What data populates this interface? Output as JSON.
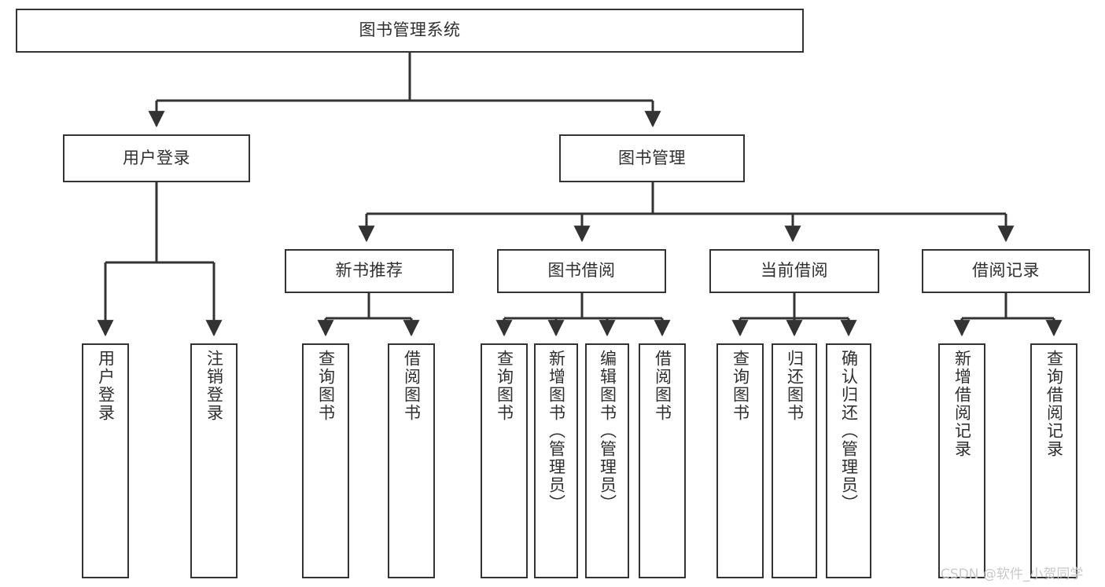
{
  "diagram": {
    "type": "tree-hierarchy",
    "title": "图书管理系统",
    "colors": {
      "box_border": "#333333",
      "box_fill": "#ffffff",
      "text": "#2f2f2f",
      "edge": "#333333",
      "watermark": "#c9c9c9",
      "background": "#ffffff"
    },
    "root": {
      "label": "图书管理系统"
    },
    "level2": [
      {
        "id": "user-login",
        "label": "用户登录"
      },
      {
        "id": "book-management",
        "label": "图书管理"
      }
    ],
    "level3": [
      {
        "id": "new-book-recommend",
        "label": "新书推荐",
        "parent": "book-management"
      },
      {
        "id": "book-borrow",
        "label": "图书借阅",
        "parent": "book-management"
      },
      {
        "id": "current-borrow",
        "label": "当前借阅",
        "parent": "book-management"
      },
      {
        "id": "borrow-record",
        "label": "借阅记录",
        "parent": "book-management"
      }
    ],
    "leaves": [
      {
        "id": "leaf-user-login",
        "label": "用户登录",
        "parent": "user-login"
      },
      {
        "id": "leaf-logout-login",
        "label": "注销登录",
        "parent": "user-login"
      },
      {
        "id": "leaf-query-book-1",
        "label": "查询图书",
        "parent": "new-book-recommend"
      },
      {
        "id": "leaf-borrow-book-1",
        "label": "借阅图书",
        "parent": "new-book-recommend"
      },
      {
        "id": "leaf-query-book-2",
        "label": "查询图书",
        "parent": "book-borrow"
      },
      {
        "id": "leaf-add-book",
        "label": "新增图书（管理员）",
        "parent": "book-borrow"
      },
      {
        "id": "leaf-edit-book",
        "label": "编辑图书（管理员）",
        "parent": "book-borrow"
      },
      {
        "id": "leaf-borrow-book-2",
        "label": "借阅图书",
        "parent": "book-borrow"
      },
      {
        "id": "leaf-query-book-3",
        "label": "查询图书",
        "parent": "current-borrow"
      },
      {
        "id": "leaf-return-book",
        "label": "归还图书",
        "parent": "current-borrow"
      },
      {
        "id": "leaf-confirm-return",
        "label": "确认归还（管理员）",
        "parent": "current-borrow"
      },
      {
        "id": "leaf-add-record",
        "label": "新增借阅记录",
        "parent": "borrow-record"
      },
      {
        "id": "leaf-query-record",
        "label": "查询借阅记录",
        "parent": "borrow-record"
      }
    ],
    "watermark": "CSDN @软件_小贺同学"
  }
}
